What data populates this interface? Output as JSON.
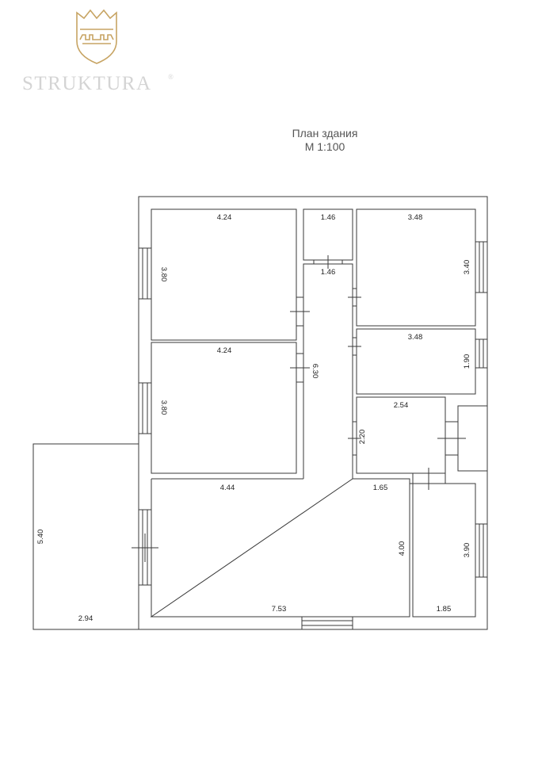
{
  "brand": {
    "name": "STRUKTURA",
    "reg": "®",
    "logo_icon": "castle-shield-icon",
    "gold": "#c7a463"
  },
  "title": {
    "line1": "План здания",
    "line2": "М 1:100"
  },
  "colors": {
    "line": "#3a3a3a",
    "background": "#ffffff"
  },
  "rooms": [
    {
      "id": "room-top-left",
      "width": "4.24",
      "height": "3.80"
    },
    {
      "id": "room-mid-left",
      "width": "4.24",
      "height": "3.80"
    },
    {
      "id": "room-small-top",
      "width": "1.46"
    },
    {
      "id": "corridor",
      "width": "1.46",
      "height": "6.30"
    },
    {
      "id": "room-top-right",
      "width": "3.48",
      "height": "3.40"
    },
    {
      "id": "room-mid-right",
      "width": "3.48",
      "height": "1.90"
    },
    {
      "id": "room-bath",
      "width": "2.54",
      "height": "2.20"
    },
    {
      "id": "room-living",
      "width_top": "4.44",
      "width_right": "1.65",
      "width_bottom": "7.53",
      "height": "4.00"
    },
    {
      "id": "room-bottom-right",
      "width": "1.85",
      "height": "3.90"
    },
    {
      "id": "terrace",
      "width": "2.94",
      "height": "5.40"
    }
  ]
}
